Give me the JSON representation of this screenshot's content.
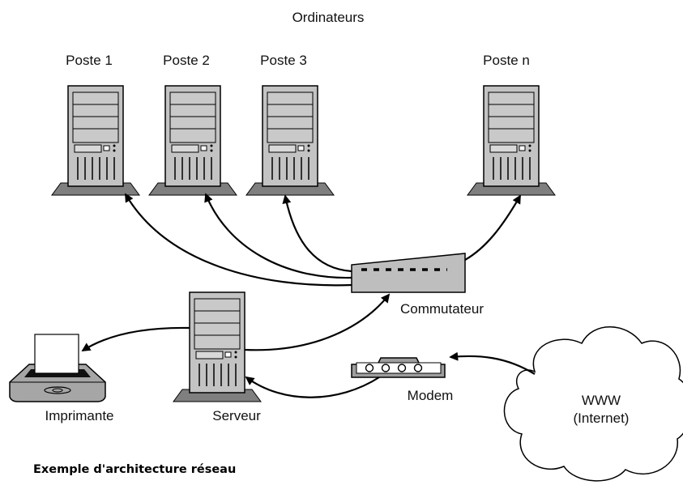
{
  "title": "Ordinateurs",
  "workstations": [
    {
      "label": "Poste 1"
    },
    {
      "label": "Poste 2"
    },
    {
      "label": "Poste 3"
    },
    {
      "label": "Poste n"
    }
  ],
  "switch": {
    "label": "Commutateur"
  },
  "server": {
    "label": "Serveur"
  },
  "printer": {
    "label": "Imprimante"
  },
  "modem": {
    "label": "Modem"
  },
  "internet": {
    "line1": "WWW",
    "line2": "(Internet)"
  },
  "caption": "Exemple d'architecture réseau"
}
